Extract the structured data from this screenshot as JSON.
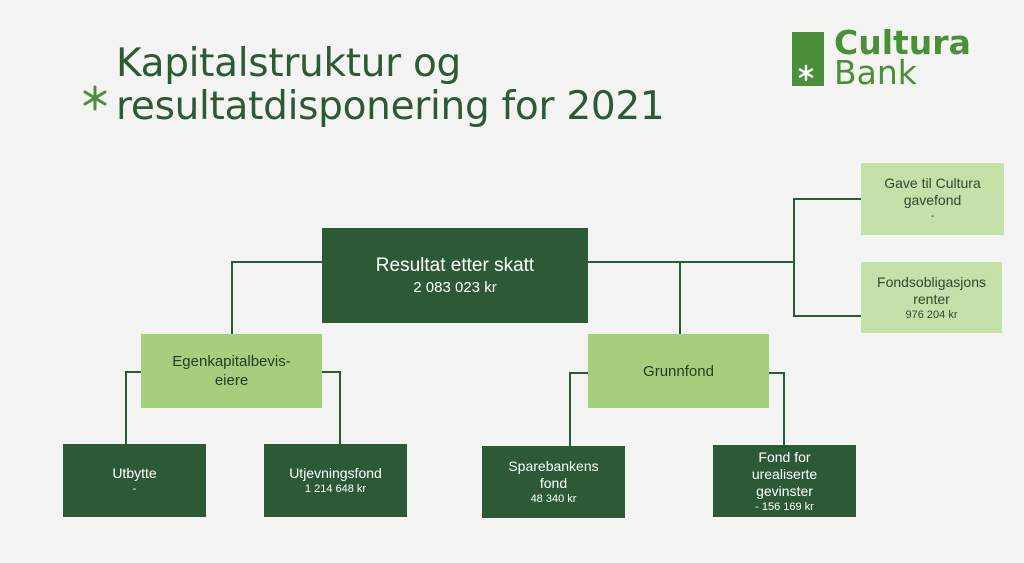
{
  "title": {
    "line1": "Kapitalstruktur og",
    "line2": "resultatdisponering for 2021"
  },
  "logo": {
    "word1": "Cultura",
    "word2": "Bank",
    "color": "#4c8f3a"
  },
  "colors": {
    "background": "#f3f3f1",
    "dark_green": "#2d5a36",
    "mid_green": "#a6cf7d",
    "light_green": "#c5e0a9"
  },
  "nodes": {
    "root": {
      "label": "Resultat etter skatt",
      "value": "2 083 023 kr"
    },
    "egenkapital": {
      "label": "Egenkapitalbevis-\neiere"
    },
    "grunnfond": {
      "label": "Grunnfond"
    },
    "utbytte": {
      "label": "Utbytte",
      "value": "-"
    },
    "utjevningsfond": {
      "label": "Utjevningsfond",
      "value": "1 214 648 kr"
    },
    "sparebankens": {
      "label": "Sparebankens\nfond",
      "value": "48 340 kr"
    },
    "urealiserte": {
      "label": "Fond for\nurealiserte\ngevinster",
      "value": "- 156 169 kr"
    },
    "gave": {
      "label": "Gave til Cultura\ngavefond",
      "value": "-"
    },
    "fondsobligasjon": {
      "label": "Fondsobligasjons\nrenter",
      "value": "976 204 kr"
    }
  }
}
